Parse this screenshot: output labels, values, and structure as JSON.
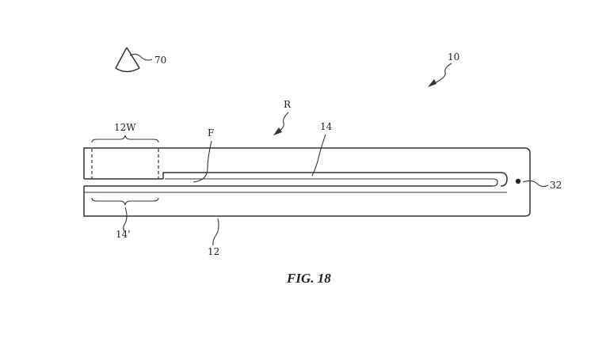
{
  "labels": {
    "ref_70": "70",
    "ref_10": "10",
    "ref_R": "R",
    "ref_12W": "12W",
    "ref_F": "F",
    "ref_14": "14",
    "ref_32": "32",
    "ref_14p": "14'",
    "ref_12": "12"
  },
  "caption": "FIG. 18"
}
